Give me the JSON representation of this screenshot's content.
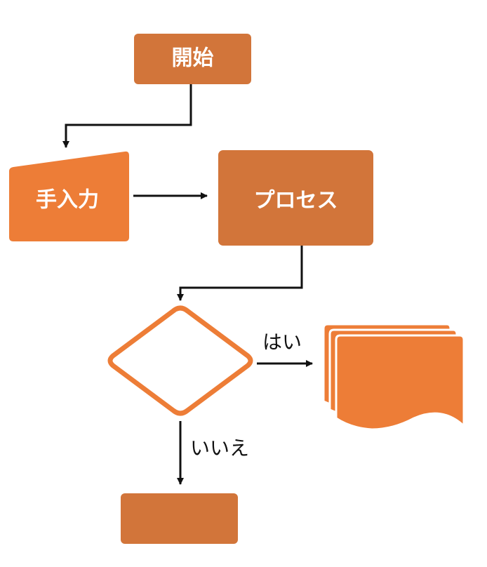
{
  "colors": {
    "box_dark": "#D2753A",
    "box_light": "#ED7D37",
    "connector": "#111111",
    "background": "#FFFFFF"
  },
  "nodes": {
    "start": {
      "label": "開始",
      "shape": "rounded-rectangle"
    },
    "manual_input": {
      "label": "手入力",
      "shape": "manual-input"
    },
    "process": {
      "label": "プロセス",
      "shape": "rounded-rectangle"
    },
    "decision": {
      "label": "",
      "shape": "diamond"
    },
    "documents": {
      "label": "",
      "shape": "multi-document"
    },
    "end_box": {
      "label": "",
      "shape": "rounded-rectangle"
    }
  },
  "edges": {
    "yes_label": "はい",
    "no_label": "いいえ"
  }
}
